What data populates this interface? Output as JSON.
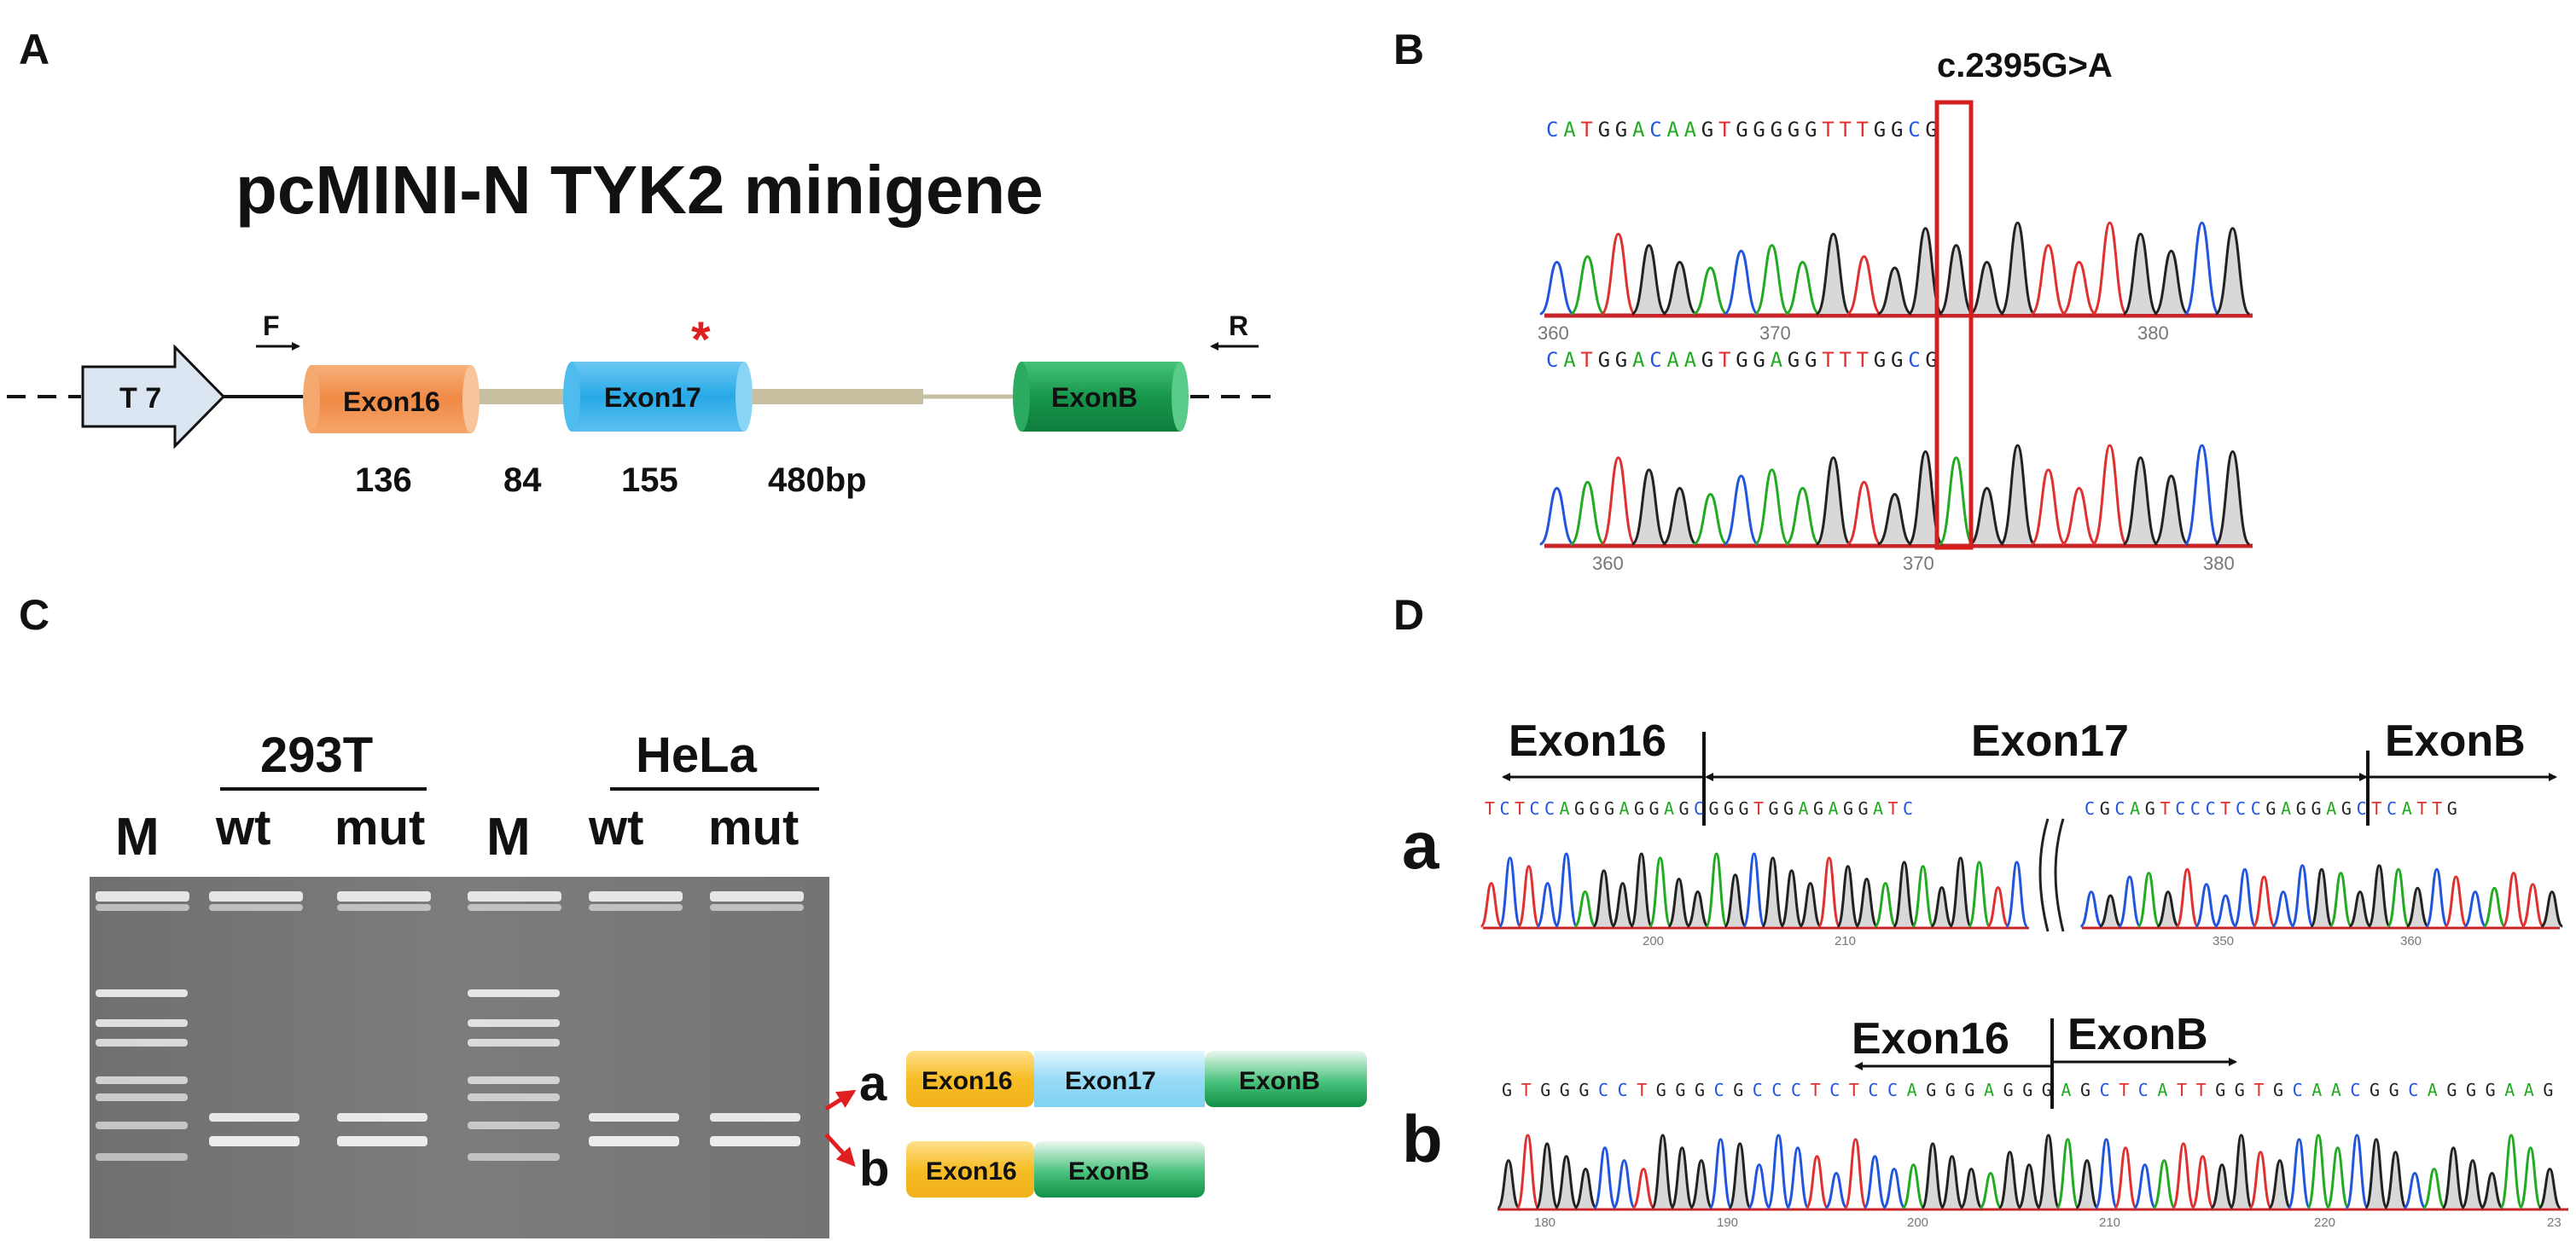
{
  "panels": {
    "A": "A",
    "B": "B",
    "C": "C",
    "D": "D"
  },
  "panel_a": {
    "title": "pcMINI-N TYK2 minigene",
    "promoter": "T 7",
    "primer_f": "F",
    "primer_r": "R",
    "mutation_mark": "*",
    "exons": [
      "Exon16",
      "Exon17",
      "ExonB"
    ],
    "lengths": [
      "136",
      "84",
      "155",
      "480bp"
    ],
    "colors": {
      "exon16": "#f0954f",
      "exon17": "#3fb4ea",
      "exonB": "#1e9f55",
      "intron": "#c8bfa0",
      "t7": "#dce6f2"
    }
  },
  "panel_b": {
    "mutation": "c.2395G>A",
    "wt_sequence": "CATGGACAAGTGGGGGTTTGGCG",
    "mut_sequence": "CATGGACAAGTGGAGGTTTGGCG",
    "top_ticks": [
      "360",
      "370",
      "380"
    ],
    "bottom_ticks": [
      "360",
      "370",
      "380"
    ],
    "highlight_color": "#d31f1f"
  },
  "panel_c": {
    "cell_line_1": "293T",
    "cell_line_2": "HeLa",
    "lanes": [
      "M",
      "wt",
      "mut",
      "M",
      "wt",
      "mut"
    ],
    "band_a": "a",
    "band_b": "b",
    "product_a": [
      "Exon16",
      "Exon17",
      "ExonB"
    ],
    "product_b": [
      "Exon16",
      "ExonB"
    ],
    "colors": {
      "exon16": "#f5c030",
      "exon17": "#8fd8f4",
      "exonB": "#1e9f55"
    }
  },
  "panel_d": {
    "row_a": "a",
    "row_b": "b",
    "a_labels": [
      "Exon16",
      "Exon17",
      "ExonB"
    ],
    "a_seq_left": "TCTCCAGGGAGGAGCGGGTGGAGAGGATC",
    "a_seq_right": "CGCAGTCCCTCCGAGGAGCTCATTG",
    "a_ticks_left": [
      "200",
      "210"
    ],
    "a_ticks_right": [
      "350",
      "360"
    ],
    "b_labels": [
      "Exon16",
      "ExonB"
    ],
    "b_seq": "GTGGGCCTGGGCGCCCTCTCCAGGGAGGGAGCTCATTGGTGCAACGGCAGGGAAG",
    "b_ticks": [
      "180",
      "190",
      "200",
      "210",
      "220",
      "23"
    ]
  }
}
